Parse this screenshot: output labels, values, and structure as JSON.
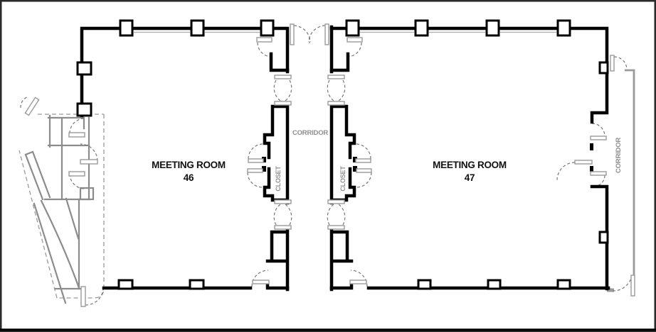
{
  "labels": {
    "room46_title": "MEETING ROOM",
    "room46_number": "46",
    "room47_title": "MEETING ROOM",
    "room47_number": "47",
    "corridor_center": "CORRIDOR",
    "corridor_right": "CORRIDOR",
    "closet_46": "CLOSET",
    "closet_47": "CLOSET"
  },
  "colors": {
    "background": "#ffffff",
    "wall_black": "#000000",
    "structure_gray": "#8c8c8c",
    "corridor_line_gray": "#9a9a9a",
    "door_leaf_stroke": "#9a9a9a",
    "door_swing_dash": "#777777",
    "dashed_boundary": "#9a9a9a",
    "window_line": "#aaaaaa",
    "label_dark": "#111111",
    "label_gray": "#8f8f8f",
    "border": "#2b2b2b"
  }
}
